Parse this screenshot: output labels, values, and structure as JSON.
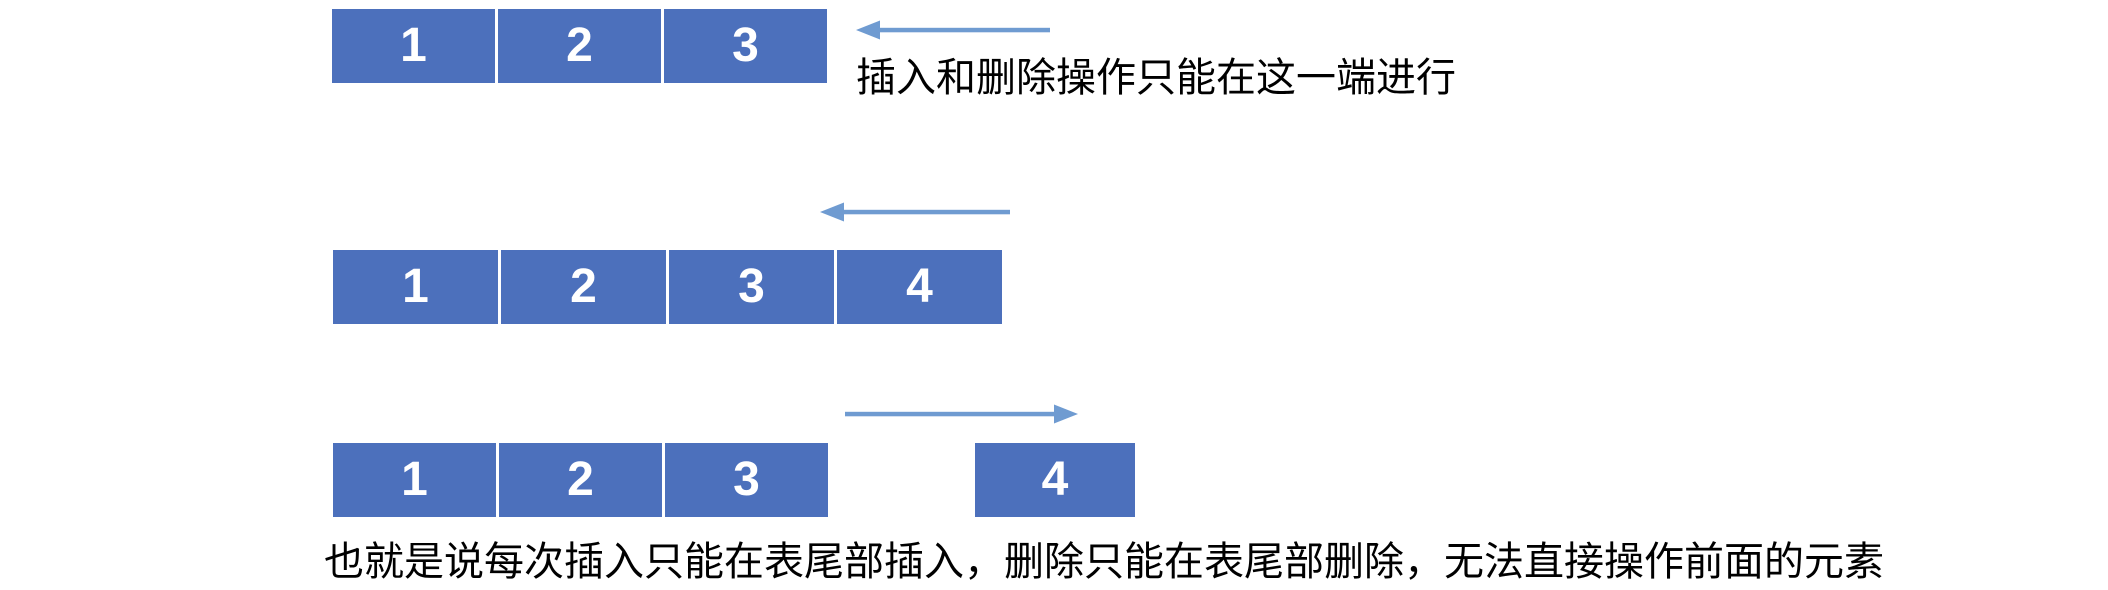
{
  "colors": {
    "box_fill": "#4C70BC",
    "arrow": "#6F9BD1",
    "caption_text": "#000000",
    "box_text": "#FFFFFF",
    "background": "#FFFFFF"
  },
  "diagram": {
    "title_context": "stack tail insert/delete illustration",
    "row1": {
      "cells": [
        "1",
        "2",
        "3"
      ],
      "arrow_direction": "left",
      "caption": "插入和删除操作只能在这一端进行"
    },
    "row2": {
      "cells": [
        "1",
        "2",
        "3",
        "4"
      ],
      "arrow_direction": "left"
    },
    "row3": {
      "cells": [
        "1",
        "2",
        "3"
      ],
      "detached_cell": "4",
      "arrow_direction": "right",
      "caption": "也就是说每次插入只能在表尾部插入，删除只能在表尾部删除，无法直接操作前面的元素"
    }
  }
}
